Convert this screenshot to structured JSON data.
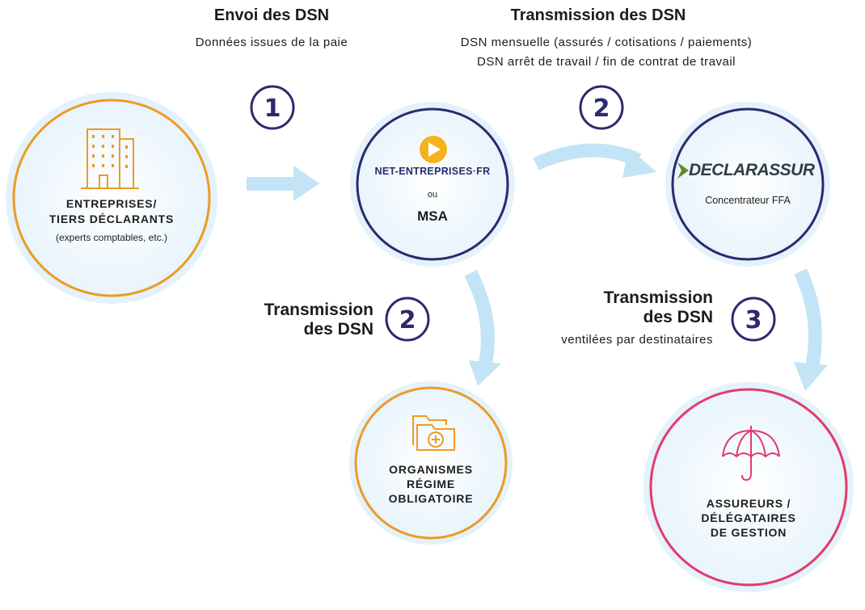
{
  "header_left": {
    "title": "Envoi des DSN",
    "subtitle": "Données issues de la paie"
  },
  "header_right": {
    "title": "Transmission des DSN",
    "line1": "DSN mensuelle (assurés / cotisations / paiements)",
    "line2": "DSN arrêt de travail / fin de contrat de travail"
  },
  "steps": {
    "one": "1",
    "two_a": "2",
    "two_b": "2",
    "three": "3"
  },
  "nodes": {
    "entreprises": {
      "line1": "ENTREPRISES/",
      "line2": "TIERS DÉCLARANTS",
      "note": "(experts comptables, etc.)"
    },
    "net": {
      "logo": "NET-ENTREPRISES·FR",
      "or": "ou",
      "msa": "MSA"
    },
    "declarassur": {
      "logo": "DECLARASSUR",
      "caption": "Concentrateur FFA"
    },
    "organismes": {
      "line1": "ORGANISMES",
      "line2": "RÉGIME",
      "line3": "OBLIGATOIRE"
    },
    "assureurs": {
      "line1": "ASSUREURS /",
      "line2": "DÉLÉGATAIRES",
      "line3": "DE GESTION"
    }
  },
  "mid_left": {
    "line1": "Transmission",
    "line2": "des DSN"
  },
  "mid_right": {
    "line1": "Transmission",
    "line2": "des DSN",
    "sub": "ventilées par destinataires"
  },
  "colors": {
    "navy": "#2b2a6e",
    "orange": "#ef9a23",
    "pink": "#e23b6a",
    "arrow": "#c3e4f6",
    "halo": "#e3f2fb",
    "logo_green": "#5a8a2a"
  }
}
